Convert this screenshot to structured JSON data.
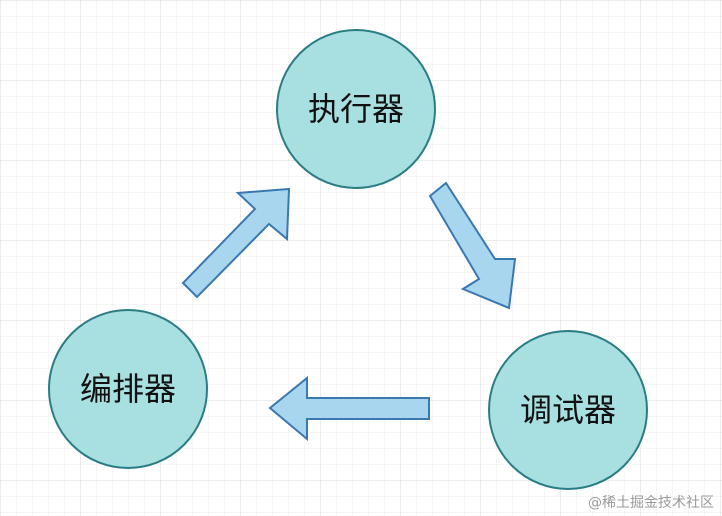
{
  "diagram": {
    "nodes": [
      {
        "id": "executor",
        "label": "执行器"
      },
      {
        "id": "debugger",
        "label": "调试器"
      },
      {
        "id": "orchestrator",
        "label": "编排器"
      }
    ],
    "edges": [
      {
        "from": "executor",
        "to": "debugger"
      },
      {
        "from": "debugger",
        "to": "orchestrator"
      },
      {
        "from": "orchestrator",
        "to": "executor"
      }
    ]
  },
  "watermark": "@稀土掘金技术社区",
  "colors": {
    "node_fill": "#a8dfe0",
    "node_stroke": "#2a7d84",
    "arrow_fill": "#a9d6ef",
    "arrow_stroke": "#3a78b0",
    "grid_minor": "#e8e8e8",
    "grid_major": "#d6d6d6"
  }
}
